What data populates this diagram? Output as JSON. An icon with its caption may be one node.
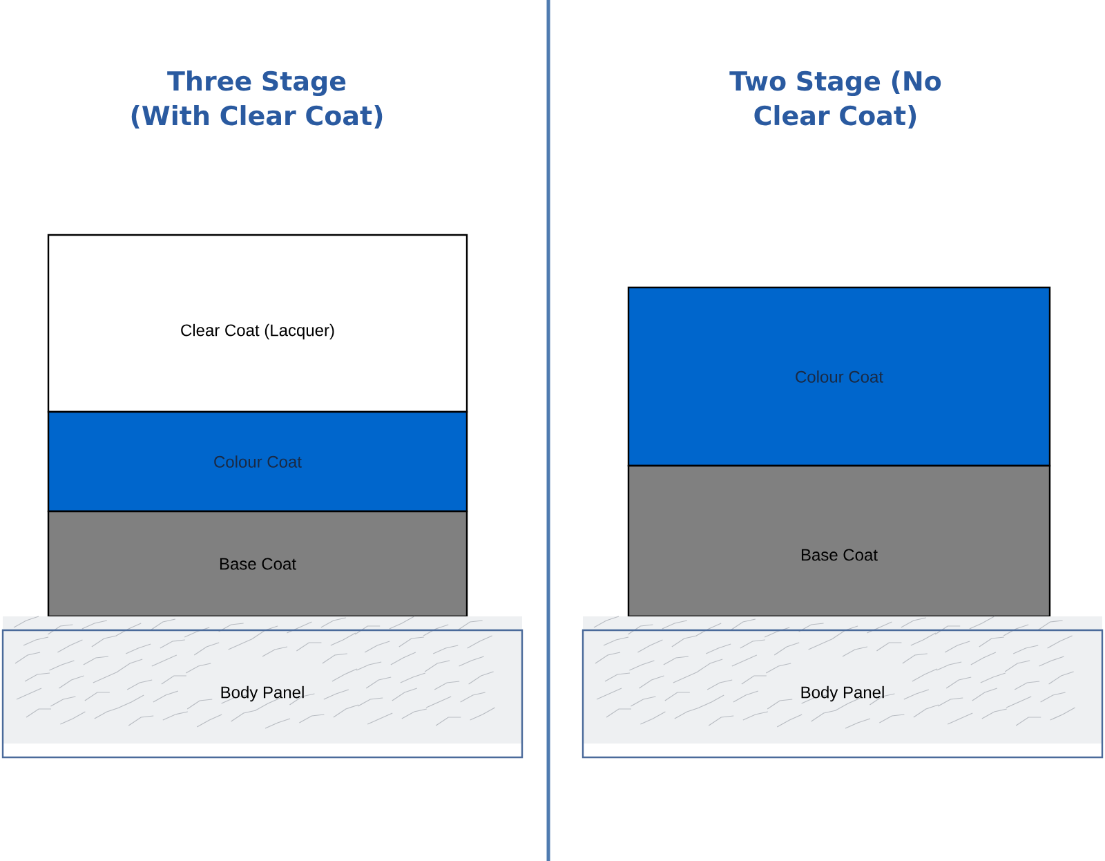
{
  "diagram": {
    "nodes": [
      {
        "text": [
          "Clear Coat (Lacquer)"
        ]
      },
      {
        "text": [
          "Colour Coat"
        ]
      },
      {
        "text": [
          "Base Coat"
        ]
      },
      {
        "text": [
          "Body Panel"
        ]
      },
      {
        "text": [
          "Colour Coat"
        ]
      },
      {
        "text": [
          "Base Coat"
        ]
      },
      {
        "text": [
          "Body Panel"
        ]
      }
    ],
    "labels": [
      "Three Stage (With Clear Coat)",
      "Two Stage (No Clear Coat)"
    ]
  }
}
